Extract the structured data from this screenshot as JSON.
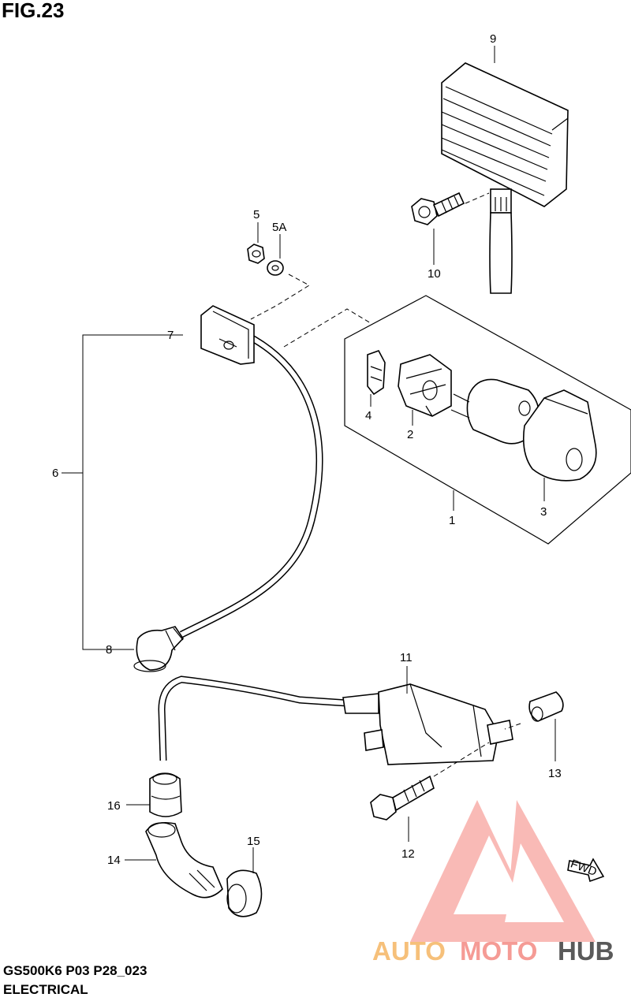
{
  "figure": {
    "title": "FIG.23",
    "model_code": "GS500K6 P03 P28_023",
    "section": "ELECTRICAL"
  },
  "callouts": [
    "9",
    "10",
    "5",
    "5A",
    "7",
    "6",
    "8",
    "4",
    "2",
    "1",
    "3",
    "11",
    "13",
    "16",
    "12",
    "14",
    "15"
  ],
  "direction_marker": "FWD",
  "watermark": {
    "part1": "AUTO",
    "part2": "MOTO",
    "part3": "HUB",
    "colors": {
      "auto": "#f6c07a",
      "moto": "#f59b95",
      "hub": "#5a5a5a",
      "logo": "#f48a84"
    }
  }
}
